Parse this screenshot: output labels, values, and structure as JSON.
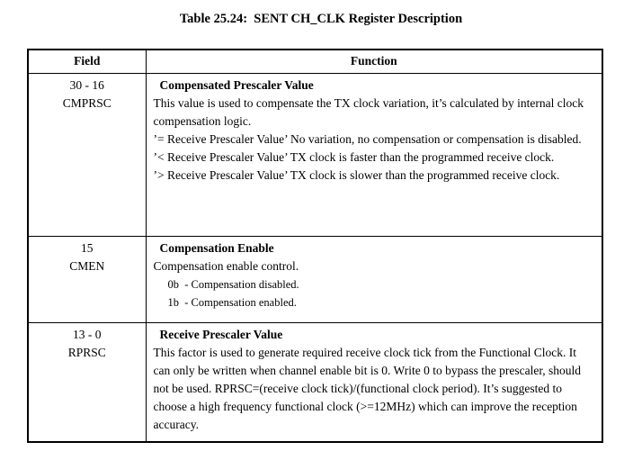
{
  "page": {
    "title": "Table 25.24:  SENT CH_CLK Register Description"
  },
  "table": {
    "headers": {
      "field": "Field",
      "function": "Function"
    },
    "rows": [
      {
        "bits": "30 - 16",
        "name": "CMPRSC",
        "heading": "Compensated Prescaler Value",
        "paras": [
          "This value is used to compensate the TX clock variation, it’s calculated by internal clock compensation logic.",
          "’= Receive Prescaler Value’ No variation, no compensation or compensation is disabled.",
          "’< Receive Prescaler Value’ TX clock is faster than the programmed receive clock.",
          "’> Receive Prescaler Value’ TX clock is slower than the programmed receive clock."
        ]
      },
      {
        "bits": "15",
        "name": "CMEN",
        "heading": "Compensation Enable",
        "paras": [
          "Compensation enable control."
        ],
        "options": [
          "0b  - Compensation disabled.",
          "1b  - Compensation enabled."
        ]
      },
      {
        "bits": "13 - 0",
        "name": "RPRSC",
        "heading": "Receive Prescaler Value",
        "paras": [
          "This factor is used to generate required receive clock tick from the Functional Clock. It can only be written when channel enable bit is 0. Write 0 to bypass the prescaler, should not be used. RPRSC=(receive clock tick)/(functional clock period). It’s suggested to choose a high frequency functional clock (>=12MHz) which can improve the reception accuracy."
        ]
      }
    ]
  },
  "colors": {
    "text": "#000000",
    "border": "#000000",
    "background": "#ffffff"
  }
}
